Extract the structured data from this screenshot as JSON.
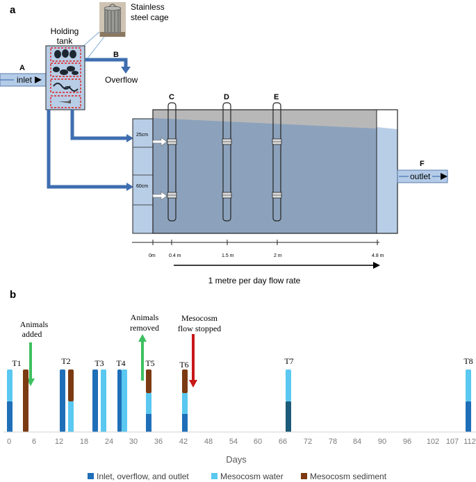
{
  "panel_a": {
    "label": "a",
    "cage_label_line1": "Stainless",
    "cage_label_line2": "steel cage",
    "tank_label_line1": "Holding",
    "tank_label_line2": "tank",
    "point_a": "A",
    "inlet": "inlet",
    "point_b": "B",
    "overflow": "Overflow",
    "point_c": "C",
    "point_d": "D",
    "point_e": "E",
    "point_f": "F",
    "outlet": "outlet",
    "depth_25": "25cm",
    "depth_60": "60cm",
    "dist_0": "0m",
    "dist_04": "0.4 m",
    "dist_15": "1.5 m",
    "dist_2": "2 m",
    "dist_48": "4.8 m",
    "flow_rate": "1 metre per day flow rate"
  },
  "panel_b": {
    "label": "b",
    "events": {
      "animals_added_1": "Animals",
      "animals_added_2": "added",
      "animals_removed_1": "Animals",
      "animals_removed_2": "removed",
      "flow_stopped_1": "Mesocosm",
      "flow_stopped_2": "flow stopped"
    },
    "timepoints": [
      "T1",
      "T2",
      "T3",
      "T4",
      "T5",
      "T6",
      "T7",
      "T8"
    ],
    "x_tick_labels": [
      "0",
      "6",
      "12",
      "18",
      "24",
      "30",
      "36",
      "42",
      "48",
      "54",
      "60",
      "66",
      "72",
      "78",
      "84",
      "90",
      "96",
      "102",
      "107",
      "112"
    ],
    "x_axis_title": "Days",
    "legend": {
      "inlet": "Inlet, overflow, and outlet",
      "water": "Mesocosm water",
      "sediment": "Mesocosm sediment"
    },
    "colors": {
      "inlet": "#1f6fb8",
      "water": "#5ac8f0",
      "sediment": "#7b3a12",
      "inlet_dark": "#1b5a78",
      "added_arrow": "#3ec060",
      "stopped_arrow": "#c81818"
    }
  }
}
